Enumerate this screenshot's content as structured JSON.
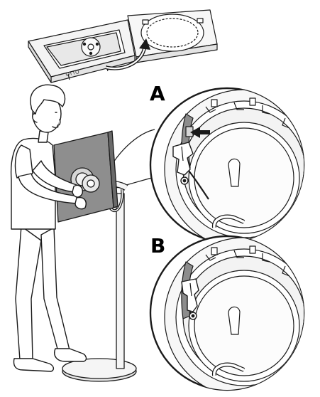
{
  "steps": {
    "a": "A",
    "b": "B"
  },
  "packaging_label": "OTTO",
  "colors": {
    "line": "#1a1a1a",
    "fill_light": "#f2f2f2",
    "fill_mid": "#d9d9d9",
    "fill_dark": "#8c8c8c",
    "background": "#ffffff"
  },
  "icons": [
    "curved-arrow-icon",
    "push-arrow-icon"
  ]
}
